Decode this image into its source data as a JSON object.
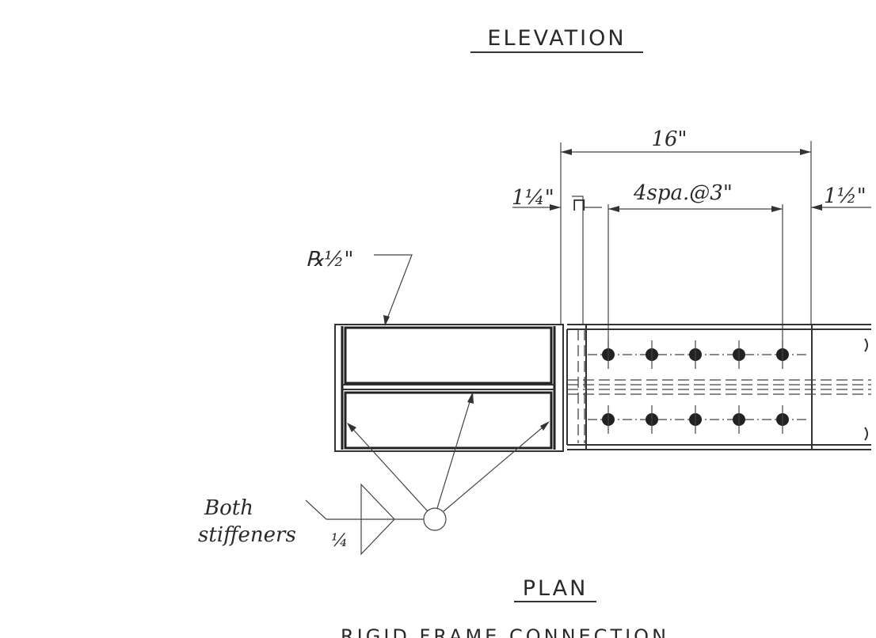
{
  "titles": {
    "elevation": "ELEVATION",
    "plan": "PLAN",
    "caption": "RIGID FRAME CONNECTION"
  },
  "dimensions": {
    "overall": "16\"",
    "edge_left": "1¼\"",
    "bolt_spacing": "4spa.@3\"",
    "edge_right": "1½\""
  },
  "callouts": {
    "plate": "℞½\"",
    "weld_note_line1": "Both",
    "weld_note_line2": "stiffeners",
    "weld_size": "¼"
  },
  "colors": {
    "ink": "#2a2a2a",
    "paper": "#ffffff"
  }
}
